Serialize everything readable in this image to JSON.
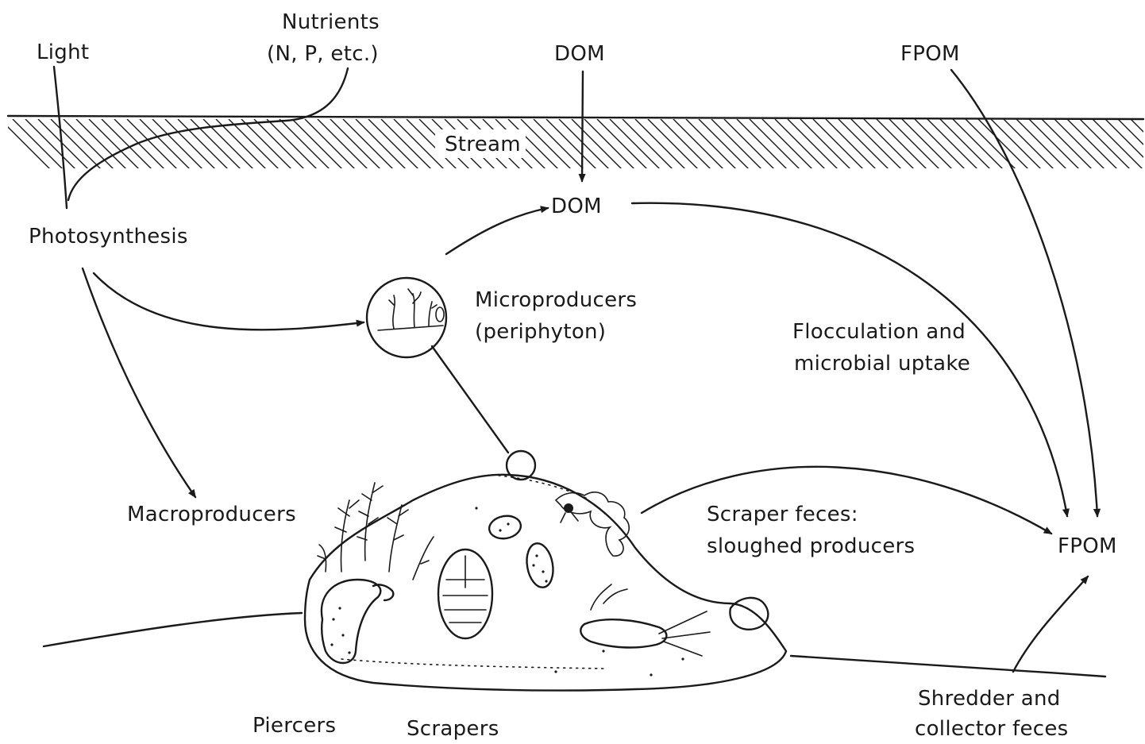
{
  "labels": {
    "light": "Light",
    "nutrients_line1": "Nutrients",
    "nutrients_line2": "(N, P, etc.)",
    "dom_top": "DOM",
    "fpom_top": "FPOM",
    "stream": "Stream",
    "dom_mid": "DOM",
    "photosynthesis": "Photosynthesis",
    "microproducers_line1": "Microproducers",
    "microproducers_line2": "(periphyton)",
    "flocculation_line1": "Flocculation and",
    "flocculation_line2": "microbial uptake",
    "macroproducers": "Macroproducers",
    "scraper_feces_line1": "Scraper feces:",
    "scraper_feces_line2": "sloughed producers",
    "fpom_right": "FPOM",
    "shredder_line1": "Shredder and",
    "shredder_line2": "collector feces",
    "piercers": "Piercers",
    "scrapers": "Scrapers"
  }
}
